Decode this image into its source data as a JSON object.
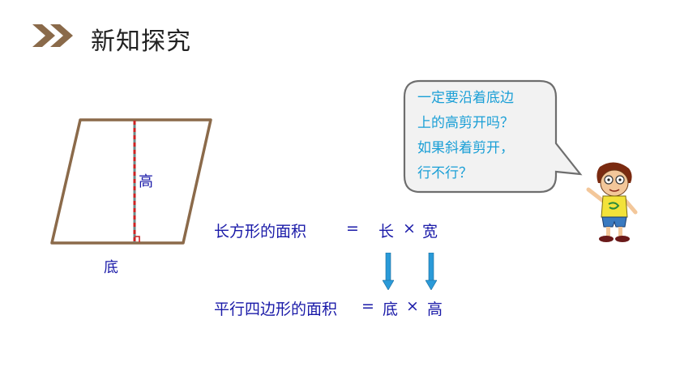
{
  "header": {
    "title": "新知探究",
    "icon": "double-chevron-right-icon",
    "accent_color": "#7a5a3a"
  },
  "figure": {
    "height_label": "高",
    "base_label": "底",
    "outline_color": "#8b6a4a",
    "height_line_color": "#cc2222"
  },
  "speech_bubble": {
    "lines": [
      "一定要沿着底边",
      "上的高剪开吗？",
      "如果斜着剪开，",
      "行不行？"
    ],
    "text_color": "#1a9fd6"
  },
  "formula_rect": {
    "left": "长方形的面积",
    "equals": "=",
    "a": "长",
    "times": "×",
    "b": "宽"
  },
  "formula_para": {
    "left": "平行四边形的面积",
    "equals": "=",
    "a": "底",
    "times": "×",
    "b": "高"
  },
  "character": {
    "icon": "cartoon-student-icon"
  }
}
